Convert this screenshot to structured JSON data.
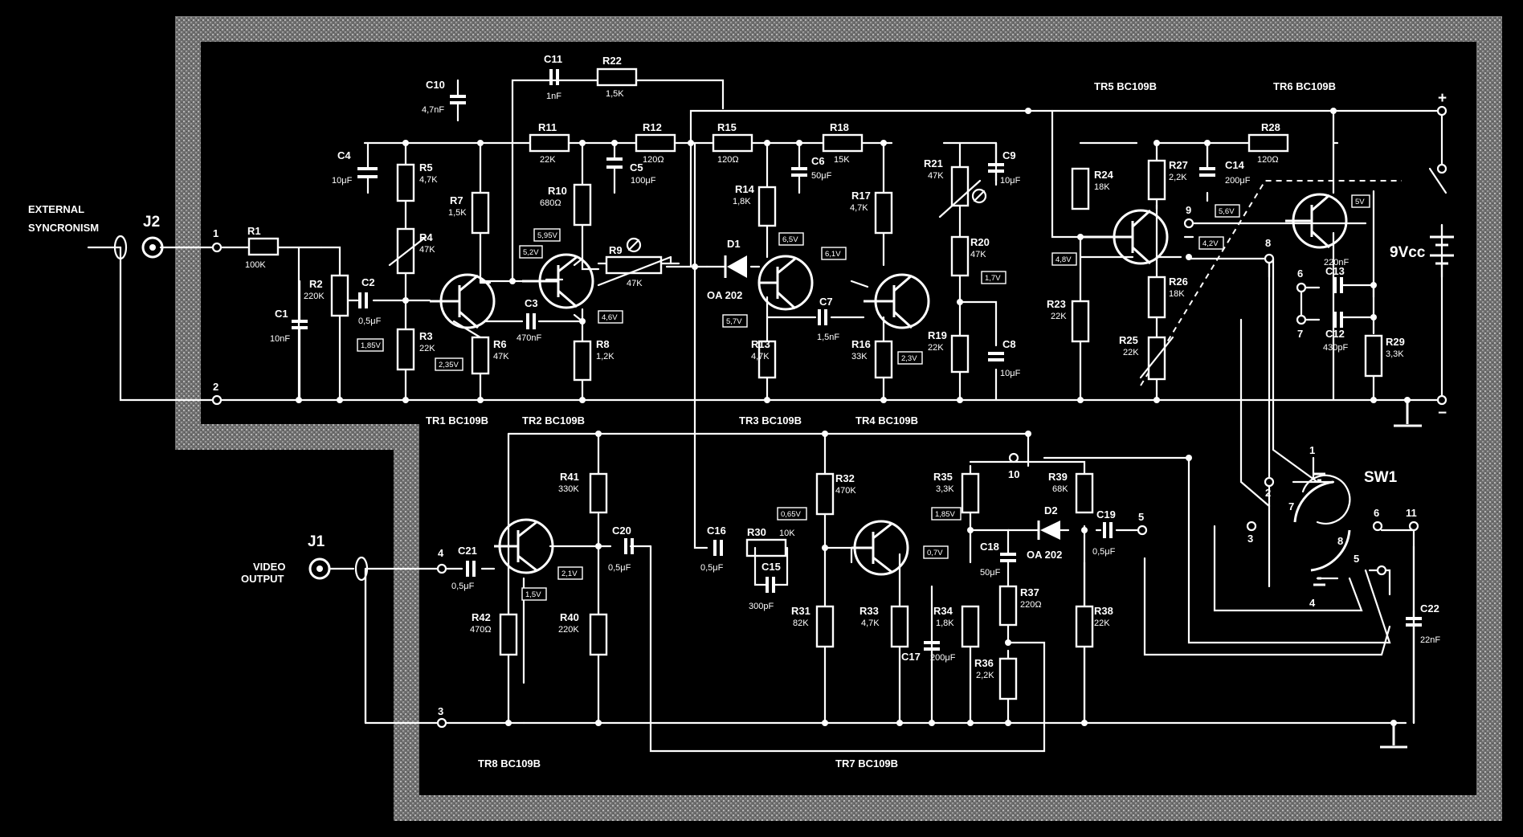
{
  "labels": {
    "external_sync_line1": "EXTERNAL",
    "external_sync_line2": "SYNCRONISM",
    "video_output_line1": "VIDEO",
    "video_output_line2": "OUTPUT",
    "supply": "9Vcc",
    "plus": "+",
    "minus": "−"
  },
  "connectors": [
    {
      "ref": "J2"
    },
    {
      "ref": "J1"
    }
  ],
  "switch": {
    "ref": "SW1",
    "pins": [
      "1",
      "2",
      "3",
      "4",
      "5",
      "6",
      "7",
      "8",
      "11"
    ]
  },
  "terminals": [
    "1",
    "2",
    "3",
    "4",
    "5",
    "6",
    "7",
    "8",
    "9",
    "10"
  ],
  "transistors": [
    {
      "ref": "TR1",
      "type": "BC109B"
    },
    {
      "ref": "TR2",
      "type": "BC109B"
    },
    {
      "ref": "TR3",
      "type": "BC109B"
    },
    {
      "ref": "TR4",
      "type": "BC109B"
    },
    {
      "ref": "TR5",
      "type": "BC109B"
    },
    {
      "ref": "TR6",
      "type": "BC109B"
    },
    {
      "ref": "TR7",
      "type": "BC109B"
    },
    {
      "ref": "TR8",
      "type": "BC109B"
    }
  ],
  "diodes": [
    {
      "ref": "D1",
      "type": "OA 202"
    },
    {
      "ref": "D2",
      "type": "OA 202"
    }
  ],
  "resistors": [
    {
      "ref": "R1",
      "value": "100K"
    },
    {
      "ref": "R2",
      "value": "220K"
    },
    {
      "ref": "R3",
      "value": "22K"
    },
    {
      "ref": "R4",
      "value": "47K"
    },
    {
      "ref": "R5",
      "value": "4,7K"
    },
    {
      "ref": "R6",
      "value": "47K"
    },
    {
      "ref": "R7",
      "value": "1,5K"
    },
    {
      "ref": "R8",
      "value": "1,2K"
    },
    {
      "ref": "R9",
      "value": "47K"
    },
    {
      "ref": "R10",
      "value": "680Ω"
    },
    {
      "ref": "R11",
      "value": "22K"
    },
    {
      "ref": "R12",
      "value": "120Ω"
    },
    {
      "ref": "R13",
      "value": "4,7K"
    },
    {
      "ref": "R14",
      "value": "1,8K"
    },
    {
      "ref": "R15",
      "value": "120Ω"
    },
    {
      "ref": "R16",
      "value": "33K"
    },
    {
      "ref": "R17",
      "value": "4,7K"
    },
    {
      "ref": "R18",
      "value": "15K"
    },
    {
      "ref": "R19",
      "value": "22K"
    },
    {
      "ref": "R20",
      "value": "47K"
    },
    {
      "ref": "R21",
      "value": "47K"
    },
    {
      "ref": "R22",
      "value": "1,5K"
    },
    {
      "ref": "R23",
      "value": "22K"
    },
    {
      "ref": "R24",
      "value": "18K"
    },
    {
      "ref": "R25",
      "value": "22K"
    },
    {
      "ref": "R26",
      "value": "18K"
    },
    {
      "ref": "R27",
      "value": "2,2K"
    },
    {
      "ref": "R28",
      "value": "120Ω"
    },
    {
      "ref": "R29",
      "value": "3,3K"
    },
    {
      "ref": "R30",
      "value": "10K"
    },
    {
      "ref": "R31",
      "value": "82K"
    },
    {
      "ref": "R32",
      "value": "470K"
    },
    {
      "ref": "R33",
      "value": "4,7K"
    },
    {
      "ref": "R34",
      "value": "1,8K"
    },
    {
      "ref": "R35",
      "value": "3,3K"
    },
    {
      "ref": "R36",
      "value": "2,2K"
    },
    {
      "ref": "R37",
      "value": "220Ω"
    },
    {
      "ref": "R38",
      "value": "22K"
    },
    {
      "ref": "R39",
      "value": "68K"
    },
    {
      "ref": "R40",
      "value": "220K"
    },
    {
      "ref": "R41",
      "value": "330K"
    },
    {
      "ref": "R42",
      "value": "470Ω"
    }
  ],
  "capacitors": [
    {
      "ref": "C1",
      "value": "10nF"
    },
    {
      "ref": "C2",
      "value": "0,5μF"
    },
    {
      "ref": "C3",
      "value": "470nF"
    },
    {
      "ref": "C4",
      "value": "10μF"
    },
    {
      "ref": "C5",
      "value": "100μF"
    },
    {
      "ref": "C6",
      "value": "50μF"
    },
    {
      "ref": "C7",
      "value": "1,5nF"
    },
    {
      "ref": "C8",
      "value": "10μF"
    },
    {
      "ref": "C9",
      "value": "10μF"
    },
    {
      "ref": "C10",
      "value": "4,7nF"
    },
    {
      "ref": "C11",
      "value": "1nF"
    },
    {
      "ref": "C12",
      "value": "430pF"
    },
    {
      "ref": "C13",
      "value": "220nF"
    },
    {
      "ref": "C14",
      "value": "200μF"
    },
    {
      "ref": "C15",
      "value": "300pF"
    },
    {
      "ref": "C16",
      "value": "0,5μF"
    },
    {
      "ref": "C17",
      "value": "200μF"
    },
    {
      "ref": "C18",
      "value": "50μF"
    },
    {
      "ref": "C19",
      "value": "0,5μF"
    },
    {
      "ref": "C20",
      "value": "0,5μF"
    },
    {
      "ref": "C21",
      "value": "0,5μF"
    },
    {
      "ref": "C22",
      "value": "22nF"
    }
  ],
  "voltages": [
    "1,85V",
    "2,35V",
    "5,2V",
    "5,95V",
    "4,6V",
    "6,5V",
    "5,7V",
    "6,1V",
    "2,3V",
    "1,7V",
    "4,8V",
    "5,6V",
    "4,2V",
    "5V",
    "0,65V",
    "1,85V",
    "0,7V",
    "2,1V",
    "1,5V"
  ],
  "colors": {
    "background": "#000000",
    "ink": "#ffffff",
    "border": "#8a8a8a"
  }
}
